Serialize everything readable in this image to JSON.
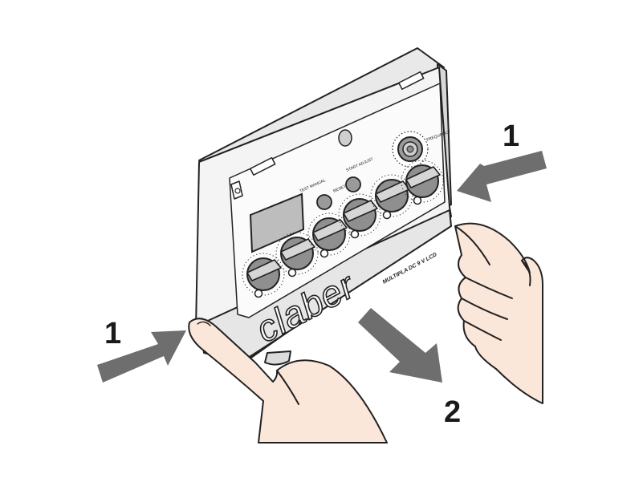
{
  "step_labels": {
    "squeeze_right": "1",
    "squeeze_left": "1",
    "pull_out": "2"
  },
  "device": {
    "brand": "claber",
    "model": "MULTIPLA DC 9 V LCD",
    "button_labels": [
      "TEST MANUAL",
      "RESET",
      "START ADJUST"
    ],
    "frequency_label": "FREQUENCY",
    "station_dials": 6
  },
  "colors": {
    "arrow": "#6e6e6e",
    "outline": "#222222",
    "housing": "#f4f4f4",
    "housing_shadow": "#d8d8d8",
    "lcd": "#bdbdbd",
    "dial": "#8f8f8f",
    "skin": "#fbe6da"
  }
}
